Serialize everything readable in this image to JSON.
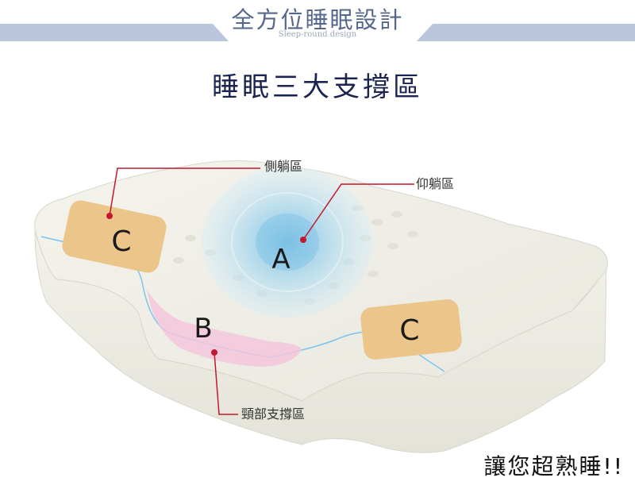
{
  "banner": {
    "title": "全方位睡眠設計",
    "subtitle": "Sleep-round design"
  },
  "heading": "睡眠三大支撐區",
  "callouts": {
    "side_zone": "側躺區",
    "back_zone": "仰躺區",
    "neck_zone": "頸部支撐區"
  },
  "zones": {
    "a": "A",
    "b": "B",
    "c_left": "C",
    "c_right": "C"
  },
  "tagline": "讓您超熟睡!!",
  "colors": {
    "banner_band": "#b9c6dc",
    "heading": "#1b2450",
    "leader_line": "#c0182e",
    "zone_c_pad": "#ecc58a",
    "zone_b_pad": "#f3c6dc",
    "zone_a_glow": "#9fd4ee",
    "contour_line": "#7cc4ec"
  }
}
